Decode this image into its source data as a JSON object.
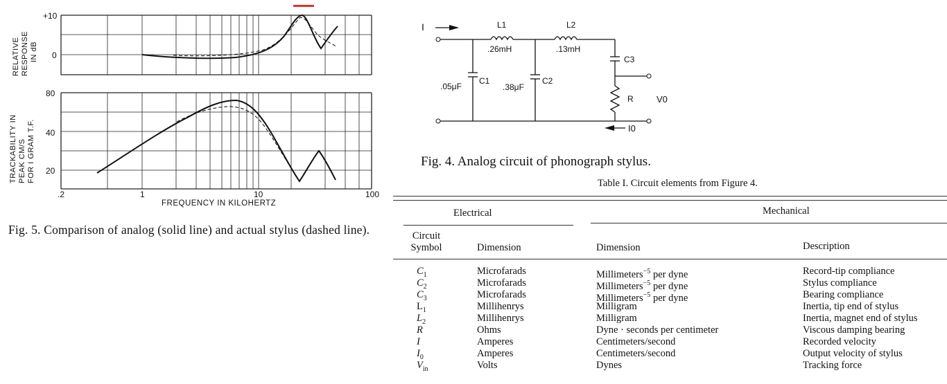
{
  "marker_color": "#e03030",
  "fig5": {
    "top_y_ticks": [
      "+10",
      "0"
    ],
    "top_ylabel": [
      "RELATIVE",
      "RESPONSE",
      "IN dB"
    ],
    "bottom_y_ticks": [
      "80",
      "40",
      "20"
    ],
    "bottom_ylabel": [
      "TRACKABILITY IN",
      "PEAK CM/S",
      "FOR I GRAM T.F."
    ],
    "x_ticks": [
      ".2",
      "1",
      "10",
      "100"
    ],
    "xlabel": "FREQUENCY IN KILOHERTZ",
    "caption": "Fig. 5. Comparison of analog (solid line) and actual stylus (dashed line)."
  },
  "fig4": {
    "labels": {
      "I": "I",
      "L1": "L1",
      "L1v": ".26mH",
      "L2": "L2",
      "L2v": ".13mH",
      "C1": "C1",
      "C1v": ".05μF",
      "C2": "C2",
      "C2v": ".38μF",
      "C3": "C3",
      "R": "R",
      "Vo": "V0",
      "Io": "I0"
    },
    "caption": "Fig. 4. Analog circuit of phonograph stylus."
  },
  "table": {
    "title": "Table I. Circuit elements from Figure 4.",
    "group_electrical": "Electrical",
    "group_mechanical": "Mechanical",
    "h_symbol_1": "Circuit",
    "h_symbol_2": "Symbol",
    "h_edim": "Dimension",
    "h_mdim": "Dimension",
    "h_desc": "Description",
    "rows": [
      {
        "sym": "C",
        "sub": "1",
        "edim": "Microfarads",
        "mdim": "Millimeters",
        "sup": "−5",
        "mrest": " per dyne",
        "desc": "Record-tip compliance"
      },
      {
        "sym": "C",
        "sub": "2",
        "edim": "Microfarads",
        "mdim": "Millimeters",
        "sup": "−5",
        "mrest": " per dyne",
        "desc": "Stylus compliance"
      },
      {
        "sym": "C",
        "sub": "3",
        "edim": "Microfarads",
        "mdim": "Millimeters",
        "sup": "−5",
        "mrest": " per dyne",
        "desc": "Bearing compliance"
      },
      {
        "sym": "L",
        "sub": "1",
        "edim": "Millihenrys",
        "mdim": "Milligram",
        "sup": "",
        "mrest": "",
        "desc": "Inertia, tip end of stylus"
      },
      {
        "sym": "L",
        "sub": "2",
        "edim": "Millihenrys",
        "mdim": "Milligram",
        "sup": "",
        "mrest": "",
        "desc": "Inertia, magnet end of stylus"
      },
      {
        "sym": "R",
        "sub": "",
        "edim": "Ohms",
        "mdim": "Dyne · seconds per centimeter",
        "sup": "",
        "mrest": "",
        "desc": "Viscous damping bearing"
      },
      {
        "sym": "I",
        "sub": "",
        "edim": "Amperes",
        "mdim": "Centimeters/second",
        "sup": "",
        "mrest": "",
        "desc": "Recorded velocity"
      },
      {
        "sym": "I",
        "sub": "0",
        "edim": "Amperes",
        "mdim": "Centimeters/second",
        "sup": "",
        "mrest": "",
        "desc": "Output velocity of stylus"
      },
      {
        "sym": "V",
        "sub": "in",
        "edim": "Volts",
        "mdim": "Dynes",
        "sup": "",
        "mrest": "",
        "desc": "Tracking force"
      }
    ]
  }
}
